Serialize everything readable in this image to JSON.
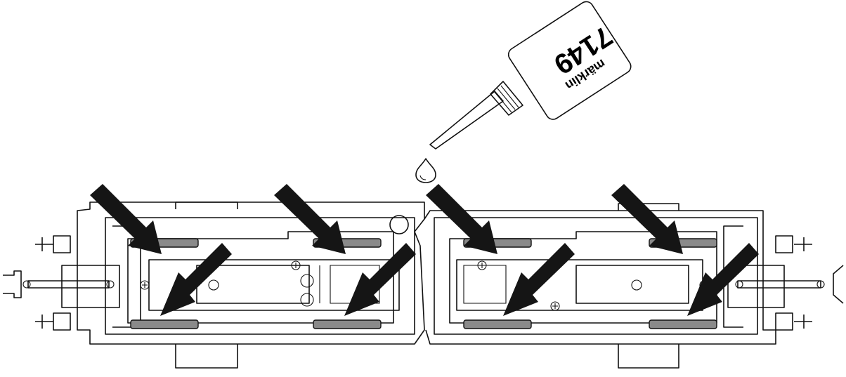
{
  "oil_bottle": {
    "brand": "märklin",
    "product_number": "7149"
  },
  "colors": {
    "line": "#111111",
    "wheel_fill": "#8a8a8a",
    "arrow_fill": "#151515",
    "background": "#ffffff"
  },
  "lubrication_points": 8
}
